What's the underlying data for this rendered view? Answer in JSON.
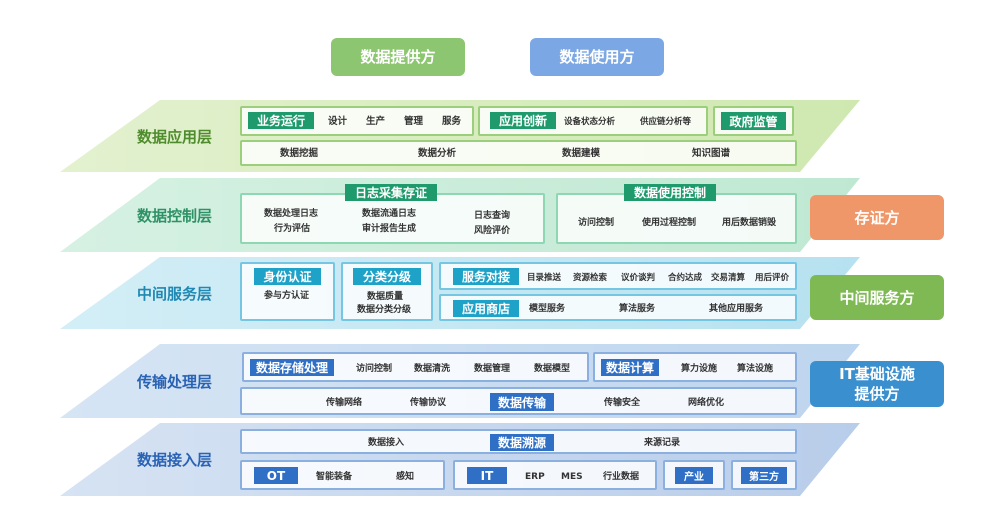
{
  "roles": {
    "provider": "数据提供方",
    "user": "数据使用方",
    "evidence": "存证方",
    "service": "中间服务方",
    "infra_line1": "IT基础设施",
    "infra_line2": "提供方"
  },
  "colors": {
    "app": "#6cbd45",
    "control": "#3fbf8a",
    "service": "#2aa6c9",
    "transport": "#4a74c4",
    "access": "#4a74c4"
  },
  "layers": {
    "app": {
      "label": "数据应用层",
      "biz": {
        "tag": "业务运行",
        "items": [
          "设计",
          "生产",
          "管理",
          "服务"
        ]
      },
      "innov": {
        "tag": "应用创新",
        "items": [
          "设备状态分析",
          "供应链分析等"
        ]
      },
      "gov": {
        "tag": "政府监管"
      },
      "bottom": [
        "数据挖掘",
        "数据分析",
        "数据建模",
        "知识图谱"
      ]
    },
    "control": {
      "label": "数据控制层",
      "log": {
        "tag": "日志采集存证",
        "items": [
          "数据处理日志",
          "行为评估",
          "数据流通日志",
          "审计报告生成",
          "日志查询",
          "风险评价"
        ]
      },
      "use": {
        "tag": "数据使用控制",
        "items": [
          "访问控制",
          "使用过程控制",
          "用后数据销毁"
        ]
      }
    },
    "service": {
      "label": "中间服务层",
      "identity": {
        "tag": "身份认证",
        "items": [
          "参与方认证"
        ]
      },
      "classify": {
        "tag": "分类分级",
        "items": [
          "数据质量",
          "数据分类分级"
        ]
      },
      "matching": {
        "tag": "服务对接",
        "items": [
          "目录推送",
          "资源检索",
          "议价谈判",
          "合约达成",
          "交易清算",
          "用后评价"
        ]
      },
      "store": {
        "tag": "应用商店",
        "items": [
          "模型服务",
          "算法服务",
          "其他应用服务"
        ]
      }
    },
    "transport": {
      "label": "传输处理层",
      "storage": {
        "tag": "数据存储处理",
        "items": [
          "访问控制",
          "数据清洗",
          "数据管理",
          "数据模型"
        ]
      },
      "compute": {
        "tag": "数据计算",
        "items": [
          "算力设施",
          "算法设施"
        ]
      },
      "trans": {
        "tag": "数据传输",
        "items": [
          "传输网络",
          "传输协议",
          "传输安全",
          "网络优化"
        ]
      }
    },
    "access": {
      "label": "数据接入层",
      "trace": {
        "tag": "数据溯源",
        "items": [
          "数据接入",
          "来源记录"
        ]
      },
      "ot": {
        "tag": "OT",
        "items": [
          "智能装备",
          "感知"
        ]
      },
      "it": {
        "tag": "IT",
        "items": [
          "ERP",
          "MES",
          "行业数据"
        ]
      },
      "industry": {
        "tag": "产业"
      },
      "third": {
        "tag": "第三方"
      }
    }
  }
}
